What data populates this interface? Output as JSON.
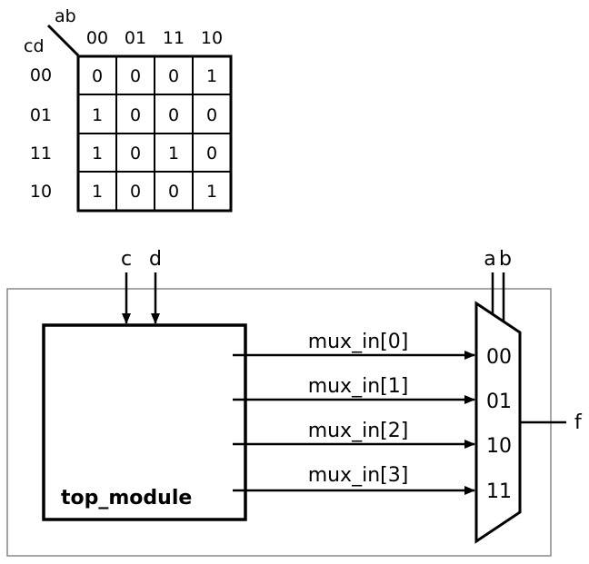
{
  "kmap": {
    "col_var": "ab",
    "row_var": "cd",
    "col_headers": [
      "00",
      "01",
      "11",
      "10"
    ],
    "row_headers": [
      "00",
      "01",
      "11",
      "10"
    ],
    "cells": [
      [
        "0",
        "0",
        "0",
        "1"
      ],
      [
        "1",
        "0",
        "0",
        "0"
      ],
      [
        "1",
        "0",
        "1",
        "0"
      ],
      [
        "1",
        "0",
        "0",
        "1"
      ]
    ]
  },
  "circuit": {
    "inputs_left": [
      "c",
      "d"
    ],
    "inputs_mux_select": [
      "a",
      "b"
    ],
    "module_name": "top_module",
    "mux_signals": [
      "mux_in[0]",
      "mux_in[1]",
      "mux_in[2]",
      "mux_in[3]"
    ],
    "mux_ports": [
      "00",
      "01",
      "10",
      "11"
    ],
    "output": "f"
  }
}
